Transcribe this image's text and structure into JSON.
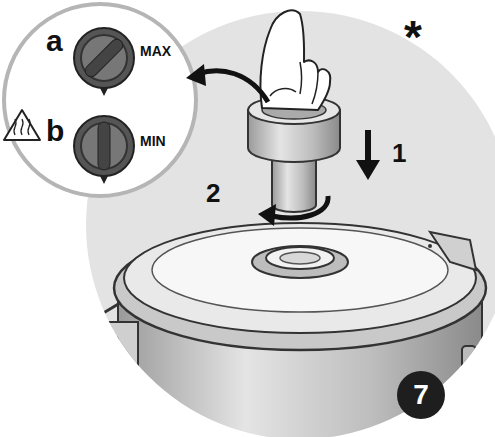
{
  "diagram": {
    "nodes": [
      {
        "text": [
          "7"
        ]
      }
    ],
    "labels": [
      "*",
      "a",
      "MAX",
      "b",
      "MIN",
      "1",
      "2"
    ]
  }
}
